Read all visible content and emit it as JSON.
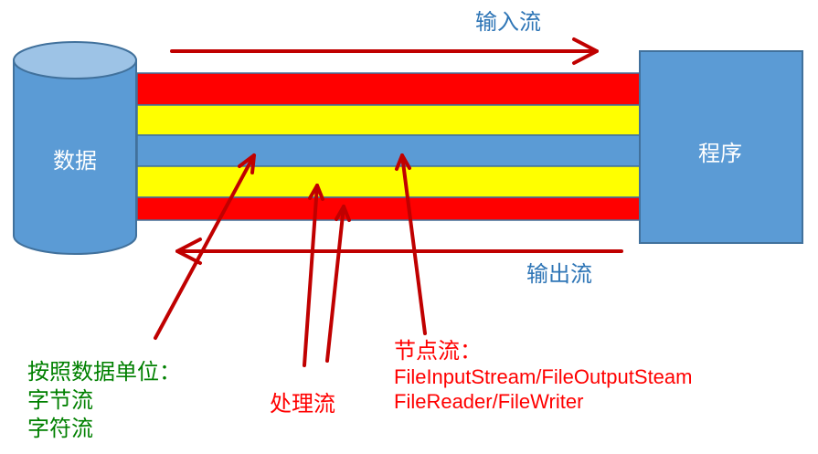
{
  "labels": {
    "input_stream": "输入流",
    "output_stream": "输出流",
    "data": "数据",
    "program": "程序",
    "by_unit": {
      "title": "按照数据单位：",
      "line1": "字节流",
      "line2": "字符流"
    },
    "processing_stream": "处理流",
    "node_stream": {
      "title": "节点流：",
      "line1": "FileInputStream/FileOutputSteam",
      "line2": "FileReader/FileWriter"
    }
  },
  "colors": {
    "blue_fill": "#5b9bd5",
    "blue_dark": "#41719c",
    "cylinder_top": "#9dc3e6",
    "red": "#ff0000",
    "yellow": "#ffff00",
    "arrow": "#c00000",
    "label_blue": "#2e75b6",
    "label_green": "#008000",
    "label_red": "#ff0000"
  },
  "icons": {
    "arrowhead": "open-chevron"
  }
}
